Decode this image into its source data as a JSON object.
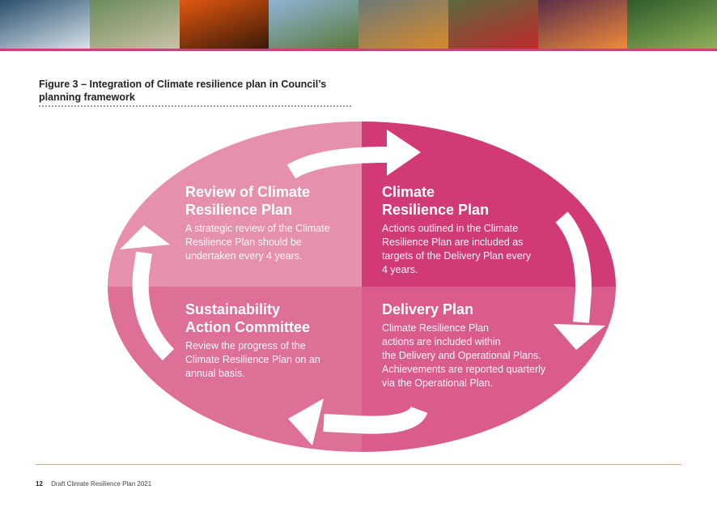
{
  "banner": {
    "photos": [
      {
        "icon": "wave-photo",
        "colors": [
          "#2a4f6e",
          "#d8e3ea"
        ]
      },
      {
        "icon": "house-garden-photo",
        "colors": [
          "#6b8b5a",
          "#c9c2a8"
        ]
      },
      {
        "icon": "bushfire-photo",
        "colors": [
          "#e2570f",
          "#3a1a08"
        ]
      },
      {
        "icon": "green-roof-building-photo",
        "colors": [
          "#8fb3d8",
          "#5b7a3a"
        ]
      },
      {
        "icon": "flooded-road-sign-photo",
        "colors": [
          "#6b7a78",
          "#d8892a"
        ]
      },
      {
        "icon": "fallen-tree-car-photo",
        "colors": [
          "#5b6a3e",
          "#c02a2a"
        ]
      },
      {
        "icon": "lightning-storm-photo",
        "colors": [
          "#5a2e4a",
          "#f08a3a"
        ]
      },
      {
        "icon": "rainforest-photo",
        "colors": [
          "#2f5a2a",
          "#8fb05a"
        ]
      }
    ],
    "accent_line_color": "#c9437a"
  },
  "figure": {
    "title": "Figure 3 – Integration of Climate resilience plan in Council’s planning framework"
  },
  "diagram": {
    "colors": {
      "top_left": "#e690ab",
      "top_right": "#d13a75",
      "bottom_left": "#de7097",
      "bottom_right": "#d95c8c",
      "arrows": "#ffffff"
    },
    "quadrants": {
      "top_left": {
        "heading": "Review of Climate\nResilience Plan",
        "body": "A strategic review of the Climate\nResilience Plan should be\nundertaken every 4 years."
      },
      "top_right": {
        "heading": "Climate\nResilience Plan",
        "body": "Actions outlined in the Climate\nResilience Plan are included as\ntargets of the Delivery Plan every\n4 years."
      },
      "bottom_left": {
        "heading": "Sustainability\nAction Committee",
        "body": "Review the progress of the\nClimate Resilience Plan on an\nannual basis."
      },
      "bottom_right": {
        "heading": "Delivery Plan",
        "body": "Climate Resilience Plan\nactions are included within\nthe Delivery and Operational Plans.\nAchievements are reported quarterly\nvia the Operational Plan."
      }
    }
  },
  "footer": {
    "page_number": "12",
    "document_title": "Draft Climate Resilience Plan 2021"
  }
}
